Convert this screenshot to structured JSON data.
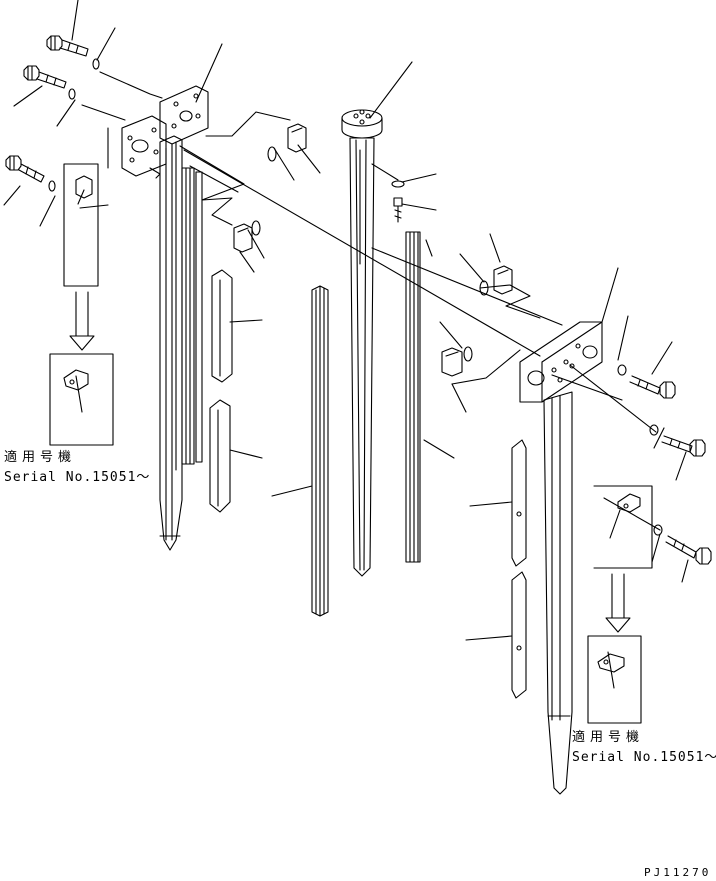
{
  "notes": {
    "left_applicable": "適用号機",
    "left_serial": "Serial No.15051～",
    "right_applicable": "適用号機",
    "right_serial": "Serial No.15051～"
  },
  "drawing_code": "PJ11270",
  "colors": {
    "line": "#000000",
    "background": "#ffffff"
  }
}
